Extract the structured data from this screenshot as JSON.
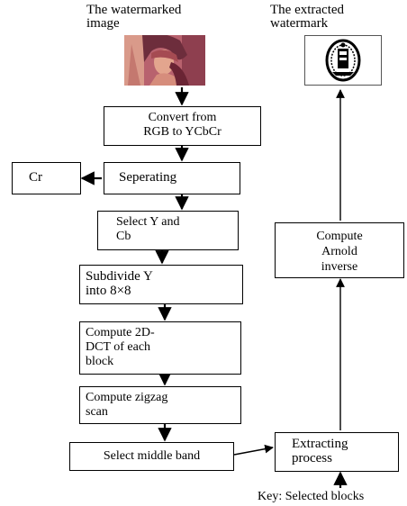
{
  "labels": {
    "watermarked_image": "The watermarked\nimage",
    "extracted_watermark": "The extracted\nwatermark",
    "key": "Key: Selected blocks"
  },
  "boxes": {
    "convert": "Convert from\nRGB to YCbCr",
    "separating": "Seperating",
    "cr": "Cr",
    "select_y_cb": "Select  Y   and\nCb",
    "subdivide": "Subdivide Y\ninto     8×8",
    "compute_dct": "Compute 2D-\nDCT of   each\nblock",
    "zigzag": "Compute  zigzag\nscan",
    "middle_band": "Select middle band",
    "extracting": "Extracting\nprocess",
    "arnold": "Compute\nArnold\ninverse"
  },
  "icons": {
    "watermarked_image": "lena-photo",
    "extracted_watermark": "emblem-logo"
  }
}
